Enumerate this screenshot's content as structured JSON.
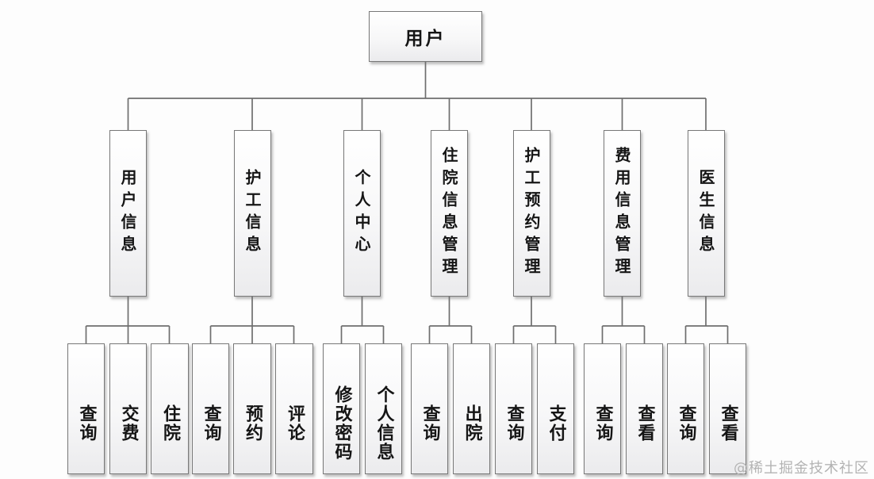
{
  "diagram": {
    "title_hint": "user-function-structure-tree",
    "root": {
      "label": "用户"
    },
    "branches": [
      {
        "label": "用户信息",
        "children": [
          "查询",
          "交费",
          "住院"
        ]
      },
      {
        "label": "护工信息",
        "children": [
          "查询",
          "预约",
          "评论"
        ]
      },
      {
        "label": "个人中心",
        "children": [
          "修改密码",
          "个人信息"
        ]
      },
      {
        "label": "住院信息管理",
        "children": [
          "查询",
          "出院"
        ]
      },
      {
        "label": "护工预约管理",
        "children": [
          "查询",
          "支付"
        ]
      },
      {
        "label": "费用信息管理",
        "children": [
          "查询",
          "查看"
        ]
      },
      {
        "label": "医生信息",
        "children": [
          "查询",
          "查看"
        ]
      }
    ],
    "watermark": "@稀土掘金技术社区",
    "colors": {
      "background": "#fdfdfd",
      "box_border": "#787878",
      "box_fill_top": "#ffffff",
      "box_fill_bottom": "#ebebed",
      "connector": "#6e6e6e",
      "text": "#151515",
      "watermark": "#b3b3b3"
    }
  }
}
